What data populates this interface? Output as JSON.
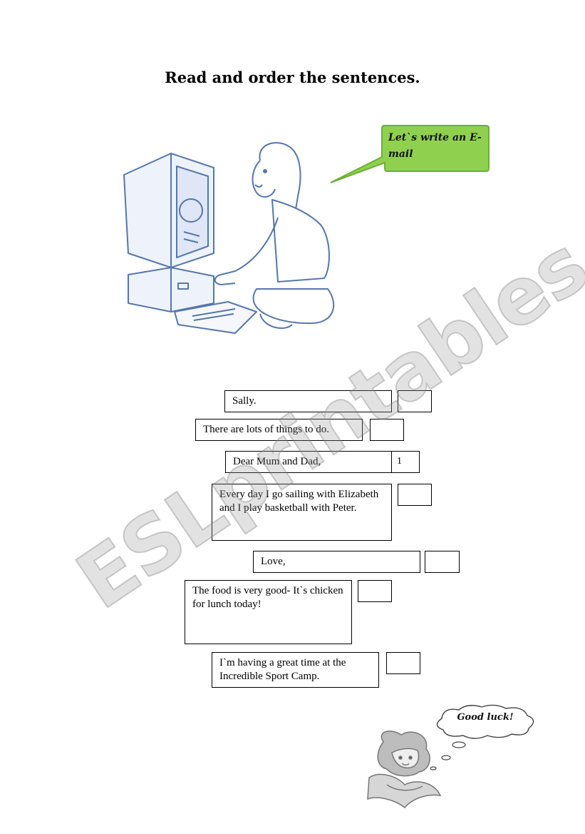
{
  "title": "Read and order the sentences.",
  "speech_bubble": {
    "text": "Let`s write an E-mail",
    "color": "#8fd14f"
  },
  "thought_bubble": {
    "text": "Good luck!"
  },
  "watermark": "ESLprintables.com",
  "sentences": [
    {
      "text": "Sally.",
      "order": ""
    },
    {
      "text": "There are lots of things to do.",
      "order": ""
    },
    {
      "text": "Dear Mum and Dad,",
      "order": "1"
    },
    {
      "text": "Every day I go sailing with  Elizabeth and I play basketball with Peter.",
      "order": ""
    },
    {
      "text": "Love,",
      "order": ""
    },
    {
      "text": "The food is very good- It`s chicken for lunch today!",
      "order": ""
    },
    {
      "text": "I`m having a great time at the Incredible Sport Camp.",
      "order": ""
    }
  ]
}
